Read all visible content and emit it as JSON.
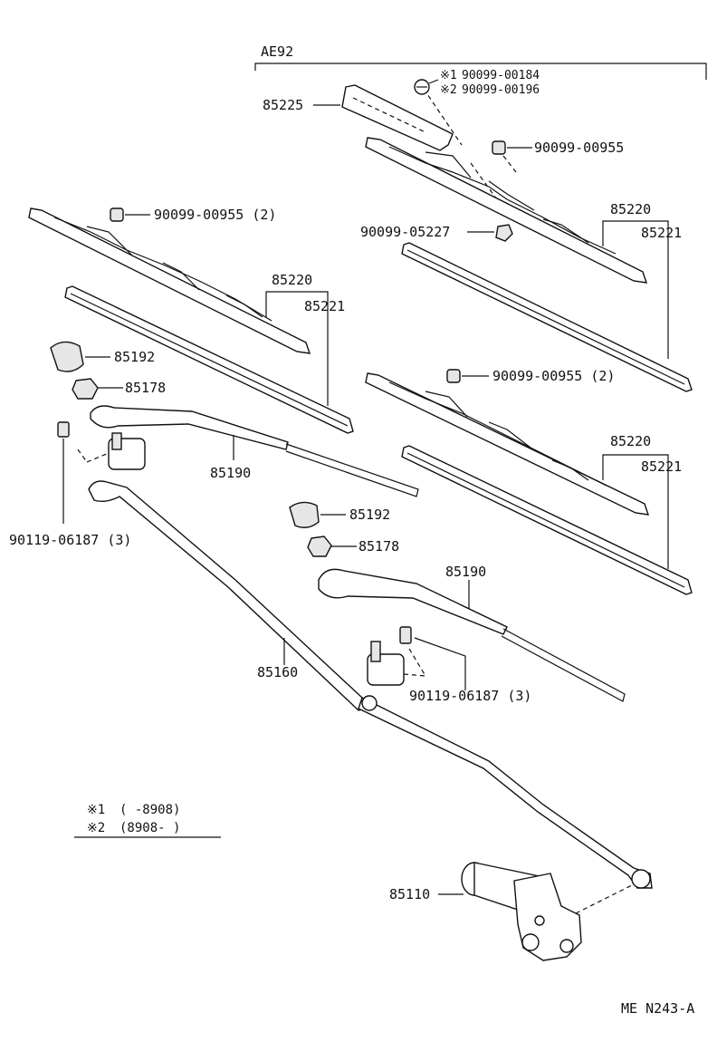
{
  "diagram": {
    "model_bracket": "AE92",
    "labels": {
      "part_85225": "85225",
      "note1_mark": "※1",
      "note1_part": "90099-00184",
      "note2_mark": "※2",
      "note2_part": "90099-00196",
      "bolt_upper_right": "90099-00955",
      "bolt_upper_left": "90099-00955 (2)",
      "nut_center": "90099-05227",
      "blade_ur": "85220",
      "refill_ur": "85221",
      "blade_left": "85220",
      "refill_left": "85221",
      "cap_left": "85192",
      "nut_left": "85178",
      "arm_left": "85190",
      "bolt_right_mid": "90099-00955 (2)",
      "blade_right_mid": "85220",
      "refill_right_mid": "85221",
      "pivot_bolt_left": "90119-06187 (3)",
      "cap_center": "85192",
      "nut_center2": "85178",
      "arm_center": "85190",
      "link": "85160",
      "pivot_bolt_center": "90119-06187 (3)",
      "motor": "85110"
    },
    "legend": {
      "row1_mark": "※1",
      "row1_range": "(      -8908)",
      "row2_mark": "※2",
      "row2_range": "(8908-       )"
    },
    "footer_code": "ME N243-A"
  }
}
